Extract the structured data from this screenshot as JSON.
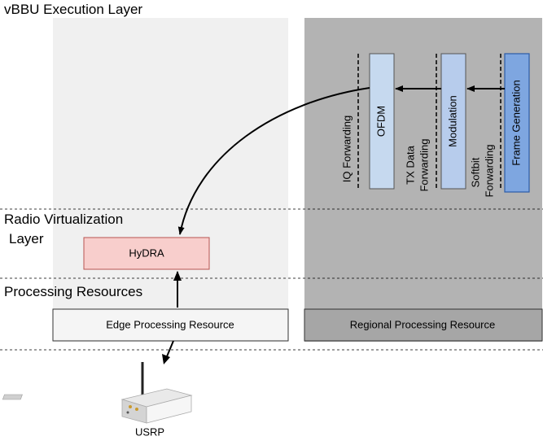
{
  "layers": {
    "execution": "vBBU Execution Layer",
    "virtualization_line1": "Radio Virtualization",
    "virtualization_line2": "Layer",
    "processing": "Processing Resources"
  },
  "resources": {
    "edge": "Edge Processing Resource",
    "regional": "Regional Processing Resource"
  },
  "hydra": "HyDRA",
  "pipeline": {
    "ofdm": "OFDM",
    "modulation": "Modulation",
    "frame_generation": "Frame Generation"
  },
  "forwarding": {
    "iq": "IQ Forwarding",
    "tx_line1": "TX Data",
    "tx_line2": "Forwarding",
    "softbit_line1": "Softbit",
    "softbit_line2": "Forwarding"
  },
  "device": {
    "label": "USRP"
  },
  "colors": {
    "edge_panel": "#f0f0f0",
    "regional_panel": "#b3b3b3",
    "hydra_fill": "#f8cecc",
    "hydra_stroke": "#b85450",
    "ofdm_fill": "#c6d9ef",
    "modulation_fill": "#b7ccec",
    "frame_fill": "#7ea6e0",
    "frame_stroke": "#2b5ca8"
  }
}
